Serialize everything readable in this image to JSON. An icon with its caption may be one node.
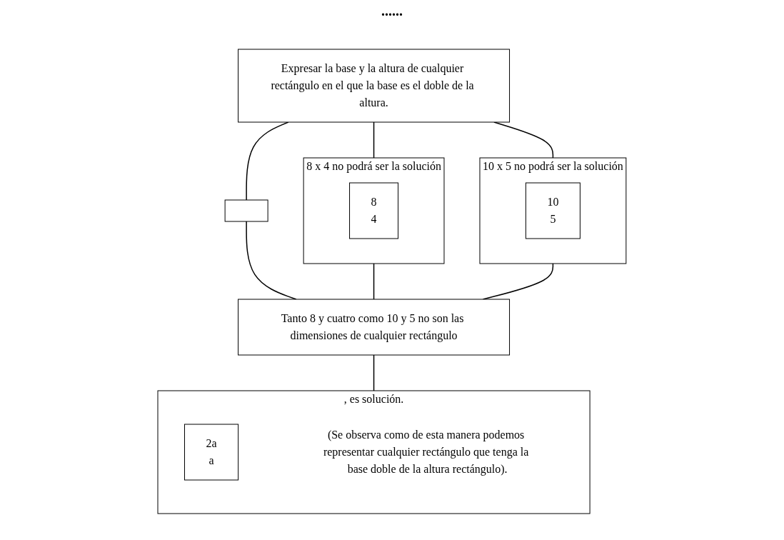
{
  "diagram": {
    "nodes": [
      {
        "text": [
          "Expresar la base y la altura de cualquier rectángulo en el que la base es el doble de la altura."
        ]
      },
      {
        "text": [
          "8 x 4 no podrá ser la solución"
        ]
      },
      {
        "text": [
          "8",
          "4"
        ],
        "in": 1
      },
      {
        "text": [
          "10 x 5 no podrá ser la solución"
        ]
      },
      {
        "text": [
          "10",
          "5"
        ],
        "in": 3
      },
      {
        "text": [],
        "shape": "box"
      },
      {
        "text": [
          "Tanto 8 y cuatro como 10 y 5 no son las dimensiones de cualquier rectángulo"
        ]
      },
      {
        "text": [
          ", es solución.",
          "(Se observa como de esta manera podemos representar cualquier rectángulo que tenga la base doble de la altura rectángulo)."
        ]
      },
      {
        "text": [
          "2a",
          "a"
        ],
        "in": 7
      }
    ],
    "edges": [
      {
        "from": 0,
        "to": 1,
        "arrow": "none"
      },
      {
        "from": 0,
        "to": 3,
        "arrow": "none"
      },
      {
        "from": 0,
        "to": 5,
        "arrow": "none"
      },
      {
        "from": 1,
        "to": 6,
        "arrow": "none"
      },
      {
        "from": 3,
        "to": 6,
        "arrow": "none"
      },
      {
        "from": 5,
        "to": 6,
        "arrow": "none"
      },
      {
        "from": 6,
        "to": 7,
        "arrow": "none"
      }
    ],
    "labels": [
      "......"
    ]
  }
}
